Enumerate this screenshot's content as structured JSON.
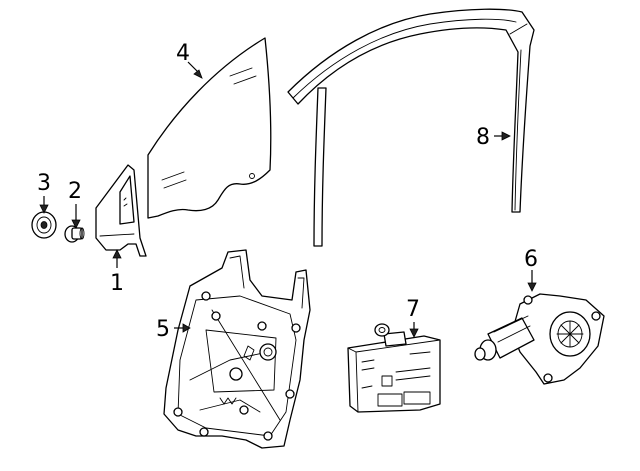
{
  "callouts": [
    {
      "id": "1",
      "label": "1"
    },
    {
      "id": "2",
      "label": "2"
    },
    {
      "id": "3",
      "label": "3"
    },
    {
      "id": "4",
      "label": "4"
    },
    {
      "id": "5",
      "label": "5"
    },
    {
      "id": "6",
      "label": "6"
    },
    {
      "id": "7",
      "label": "7"
    },
    {
      "id": "8",
      "label": "8"
    }
  ],
  "parts": [
    {
      "id": "1",
      "name": "corner-glass-icon"
    },
    {
      "id": "2",
      "name": "clip-icon"
    },
    {
      "id": "3",
      "name": "grommet-icon"
    },
    {
      "id": "4",
      "name": "door-glass-icon"
    },
    {
      "id": "5",
      "name": "window-regulator-icon"
    },
    {
      "id": "6",
      "name": "regulator-motor-icon"
    },
    {
      "id": "7",
      "name": "control-module-icon"
    },
    {
      "id": "8",
      "name": "run-channel-icon"
    }
  ]
}
